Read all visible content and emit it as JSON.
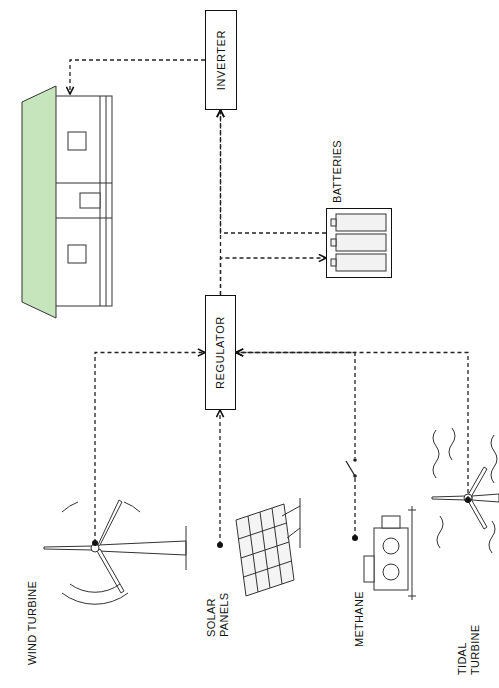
{
  "diagram": {
    "nodes": [
      {
        "text": [
          "WIND TURBINE"
        ]
      },
      {
        "text": [
          "SOLAR PANELS"
        ]
      },
      {
        "text": [
          "METHANE"
        ]
      },
      {
        "text": [
          "TIDAL TURBINE"
        ]
      },
      {
        "text": [
          "REGULATOR"
        ]
      },
      {
        "text": [
          "BATTERIES"
        ]
      },
      {
        "text": [
          "INVERTER"
        ]
      }
    ],
    "edges": [
      {
        "from": 0,
        "to": 4,
        "arrow": "to"
      },
      {
        "from": 1,
        "to": 4,
        "arrow": "to"
      },
      {
        "from": 2,
        "to": 4,
        "arrow": "to"
      },
      {
        "from": 3,
        "to": 4,
        "arrow": "to"
      },
      {
        "from": 4,
        "to": 6,
        "arrow": "to"
      },
      {
        "from": 4,
        "to": 5,
        "arrow": "to"
      },
      {
        "from": 5,
        "to": 6,
        "arrow": "to"
      }
    ]
  }
}
